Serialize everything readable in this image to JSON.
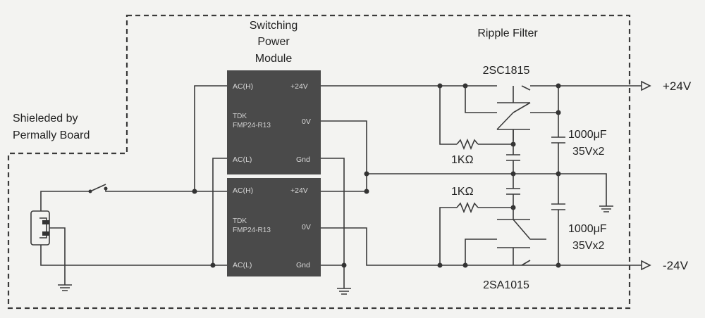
{
  "title_module": [
    "Switching",
    "Power",
    "Module"
  ],
  "title_filter": "Ripple Filter",
  "shield_label": [
    "Shieleded by",
    "Permally Board"
  ],
  "modules": [
    {
      "pin_ach": "AC(H)",
      "pin_p24": "+24V",
      "brand": "TDK",
      "model": "FMP24-R13",
      "pin_0v": "0V",
      "pin_acl": "AC(L)",
      "pin_gnd": "Gnd"
    },
    {
      "pin_ach": "AC(H)",
      "pin_p24": "+24V",
      "brand": "TDK",
      "model": "FMP24-R13",
      "pin_0v": "0V",
      "pin_acl": "AC(L)",
      "pin_gnd": "Gnd"
    }
  ],
  "transistor_top": "2SC1815",
  "transistor_bottom": "2SA1015",
  "resistor_top": "1KΩ",
  "resistor_bottom": "1KΩ",
  "cap_top": [
    "1000μF",
    "35Vx2"
  ],
  "cap_bottom": [
    "1000μF",
    "35Vx2"
  ],
  "out_pos": "+24V",
  "out_neg": "-24V"
}
